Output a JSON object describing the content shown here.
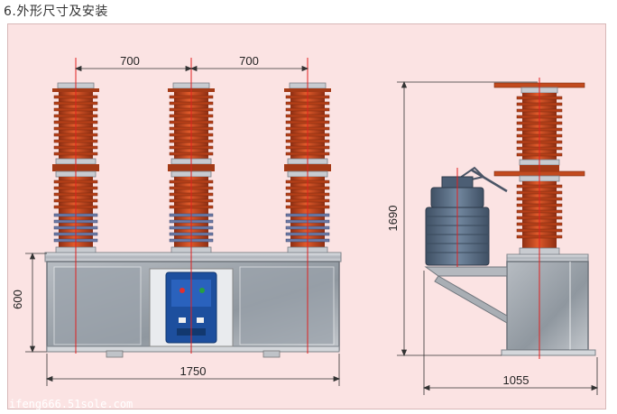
{
  "heading": "6.外形尺寸及安装",
  "dimensions": {
    "pole_spacing_left": "700",
    "pole_spacing_right": "700",
    "cabinet_height": "600",
    "total_width": "1750",
    "total_height": "1690",
    "side_depth": "1055"
  },
  "watermark": "ifeng666.51sole.com",
  "colors": {
    "panel_background": "#fbe3e3",
    "insulator": "#c8461c",
    "insulator_dark": "#8e2e12",
    "cabinet_blue": "#1d4f9e",
    "steel": "#c9ccd0",
    "ct_body": "#5b6f86",
    "centerline": "#e02020"
  }
}
